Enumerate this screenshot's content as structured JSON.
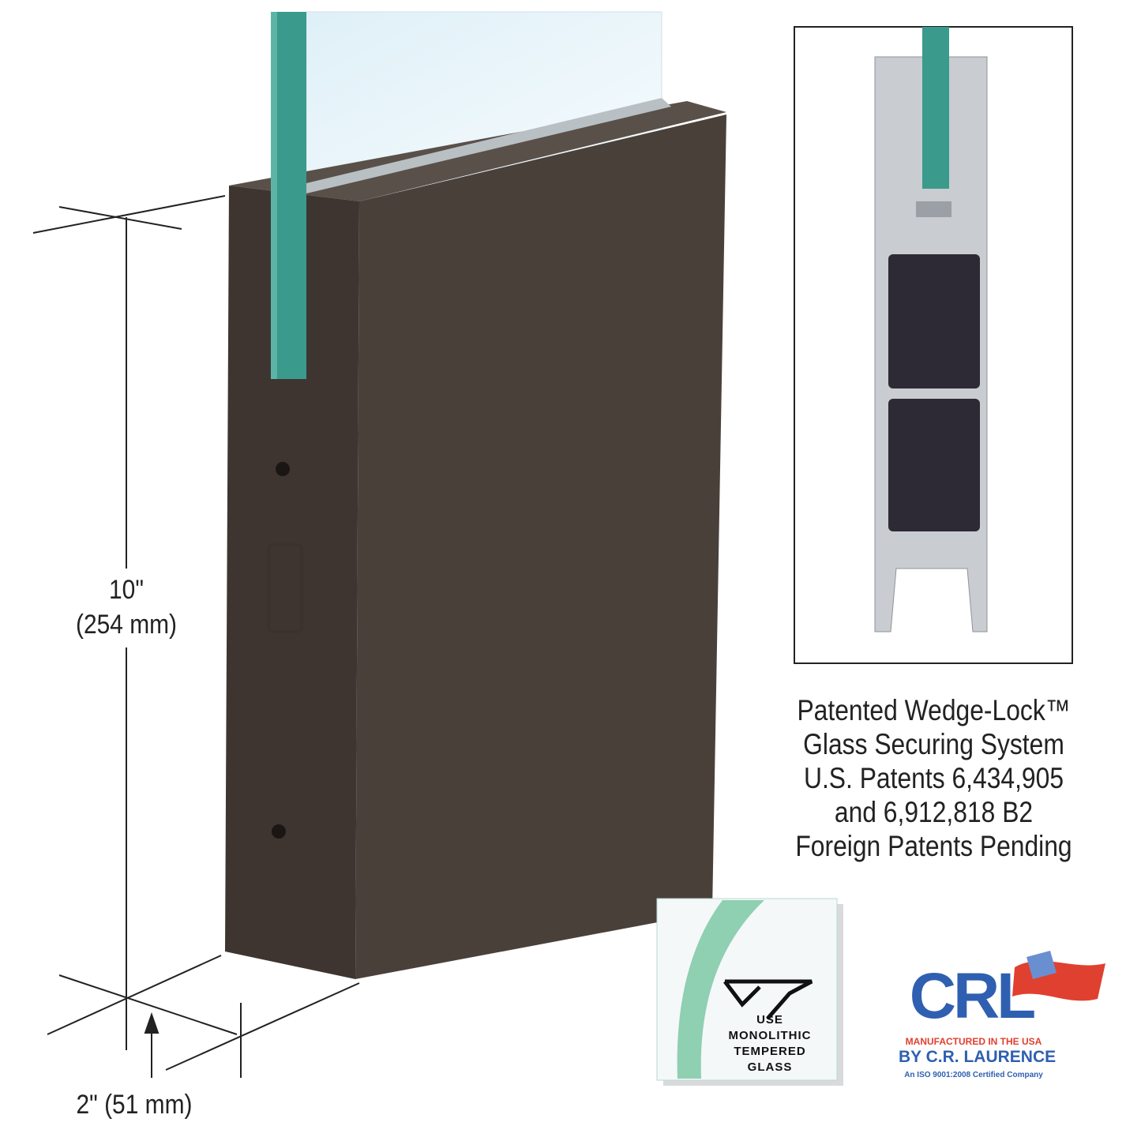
{
  "dimensions": {
    "height_in": "10\"",
    "height_mm": "(254 mm)",
    "depth": "2\" (51 mm)"
  },
  "caption": {
    "lines": [
      "Patented Wedge-Lock™",
      "Glass Securing System",
      "U.S. Patents 6,434,905",
      "and 6,912,818 B2",
      "Foreign Patents Pending"
    ]
  },
  "glass_badge": {
    "text": [
      "USE",
      "MONOLITHIC",
      "TEMPERED",
      "GLASS"
    ]
  },
  "logo": {
    "brand": "CRL",
    "tagline": "MANUFACTURED IN THE USA",
    "company": "BY C.R. LAURENCE",
    "certification": "An ISO 9001:2008 Certified Company"
  },
  "colors": {
    "finish": "#453c37",
    "glass_edge": "#3a9a8c",
    "logo_blue": "#2f5fb0",
    "logo_red": "#e0402f"
  }
}
